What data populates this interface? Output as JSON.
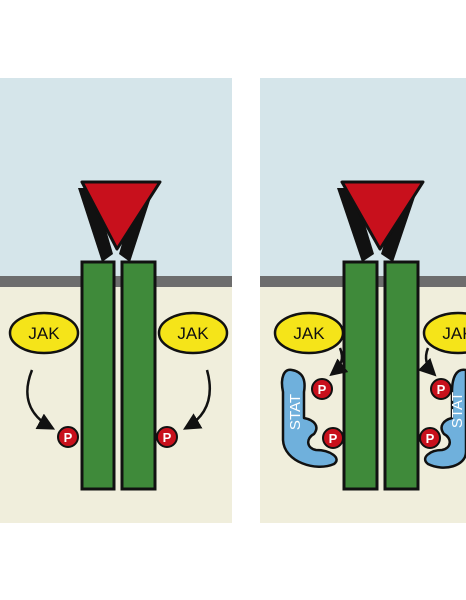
{
  "colors": {
    "extracellular": "#d5e5ea",
    "cytoplasm": "#f0eedc",
    "membrane": "#6d6d6d",
    "receptor": "#3f8a3a",
    "ligand": "#c8101c",
    "jak": "#f5e419",
    "phosphate": "#c8101c",
    "stat": "#6fb0dc",
    "outline": "#111111"
  },
  "labels": {
    "jak": "JAK",
    "phosphate": "P",
    "stat": "STAT"
  },
  "panels": [
    {
      "id": "left",
      "jak_count": 2,
      "phosphate_count": 2,
      "stat_count": 0
    },
    {
      "id": "right",
      "jak_count": 2,
      "phosphate_count": 4,
      "stat_count": 2
    }
  ]
}
